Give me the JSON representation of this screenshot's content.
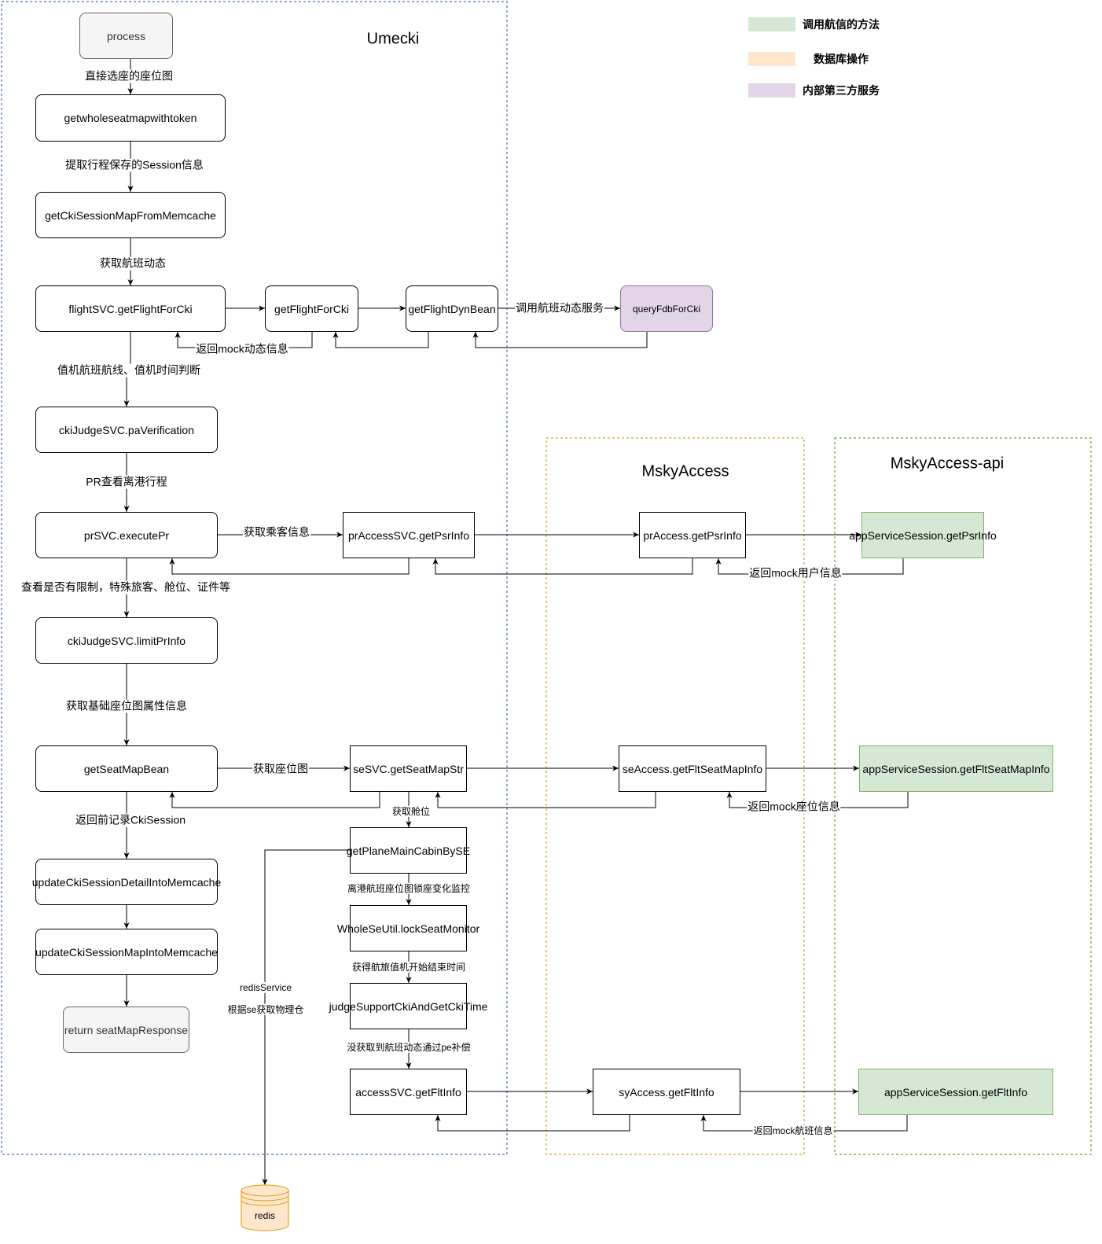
{
  "containers": {
    "umecki": "Umecki",
    "msky_access": "MskyAccess",
    "msky_access_api": "MskyAccess-api"
  },
  "legend": [
    {
      "label": "调用航信的方法",
      "color": "#d5e8d4"
    },
    {
      "label": "数据库操作",
      "color": "#ffe6cc"
    },
    {
      "label": "内部第三方服务",
      "color": "#e1d5e7"
    }
  ],
  "nodes": {
    "process": "process",
    "get_whole_seat_map_with_token": "getwholeseatmapwithtoken",
    "get_cki_session_map_from_memcache": "getCkiSessionMapFromMemcache",
    "flight_svc_get_flight_for_cki": "flightSVC.getFlightForCki",
    "get_flight_for_cki": "getFlightForCki",
    "get_flight_dyn_bean": "getFlightDynBean",
    "query_fdb_for_cki": "queryFdbForCki",
    "cki_judge_pa_verification": "ckiJudgeSVC.paVerification",
    "pr_svc_execute_pr": "prSVC.executePr",
    "pr_access_svc_get_psr_info": "prAccessSVC.getPsrInfo",
    "pr_access_get_psr_info": "prAccess.getPsrInfo",
    "app_service_session_get_psr_info": "appServiceSession.getPsrInfo",
    "cki_judge_limit_pr_info": "ckiJudgeSVC.limitPrInfo",
    "get_seat_map_bean": "getSeatMapBean",
    "se_svc_get_seat_map_str": "seSVC.getSeatMapStr",
    "se_access_get_flt_seat_map_info": "seAccess.getFltSeatMapInfo",
    "app_service_session_get_flt_seat_map_info": "appServiceSession.getFltSeatMapInfo",
    "get_plane_main_cabin_by_se": "getPlaneMainCabinBySE",
    "update_cki_session_detail": "updateCkiSessionDetailIntoMemcache",
    "whole_se_util_lock_seat_monitor": "WholeSeUtil.lockSeatMonitor",
    "update_cki_session_map": "updateCkiSessionMapIntoMemcache",
    "judge_support_cki": "judgeSupportCkiAndGetCkiTime",
    "return_seat_map_response": "return seatMapResponse",
    "access_svc_get_flt_info": "accessSVC.getFltInfo",
    "sy_access_get_flt_info": "syAccess.getFltInfo",
    "app_service_session_get_flt_info": "appServiceSession.getFltInfo",
    "redis": "redis"
  },
  "edge_labels": {
    "direct_seat_select": "直接选座的座位图",
    "extract_session": "提取行程保存的Session信息",
    "get_flight_dynamic": "获取航班动态",
    "call_flight_dynamic_service": "调用航班动态服务",
    "return_mock_dynamic": "返回mock动态信息",
    "route_time_check": "值机航班航线、值机时间判断",
    "pr_view_itinerary": "PR查看离港行程",
    "get_passenger_info": "获取乘客信息",
    "return_mock_user": "返回mock用户信息",
    "check_restrictions": "查看是否有限制，特殊旅客、舱位、证件等",
    "get_base_seat_map_attrs": "获取基础座位图属性信息",
    "get_seat_map": "获取座位图",
    "return_mock_seat": "返回mock座位信息",
    "get_cabin": "获取舱位",
    "record_session_before_return": "返回前记录CkiSession",
    "seat_lock_monitor": "离港航班座位图锁座变化监控",
    "get_checkin_window": "获得航旅值机开始结束时间",
    "pe_compensation": "没获取到航班动态通过pe补偿",
    "return_mock_flight": "返回mock航班信息",
    "redis_service": "redisService",
    "physical_cabin_by_se": "根据se获取物理仓"
  }
}
